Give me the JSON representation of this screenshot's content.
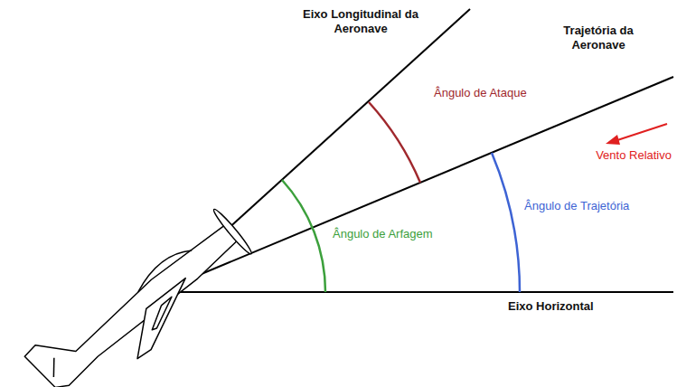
{
  "diagram": {
    "labels": [
      "Eixo Longitudinal da Aeronave",
      "Trajetória da Aeronave",
      "Ângulo de Ataque",
      "Vento Relativo",
      "Ângulo de Trajetória",
      "Ângulo de Arfagem",
      "Eixo Horizontal"
    ]
  }
}
